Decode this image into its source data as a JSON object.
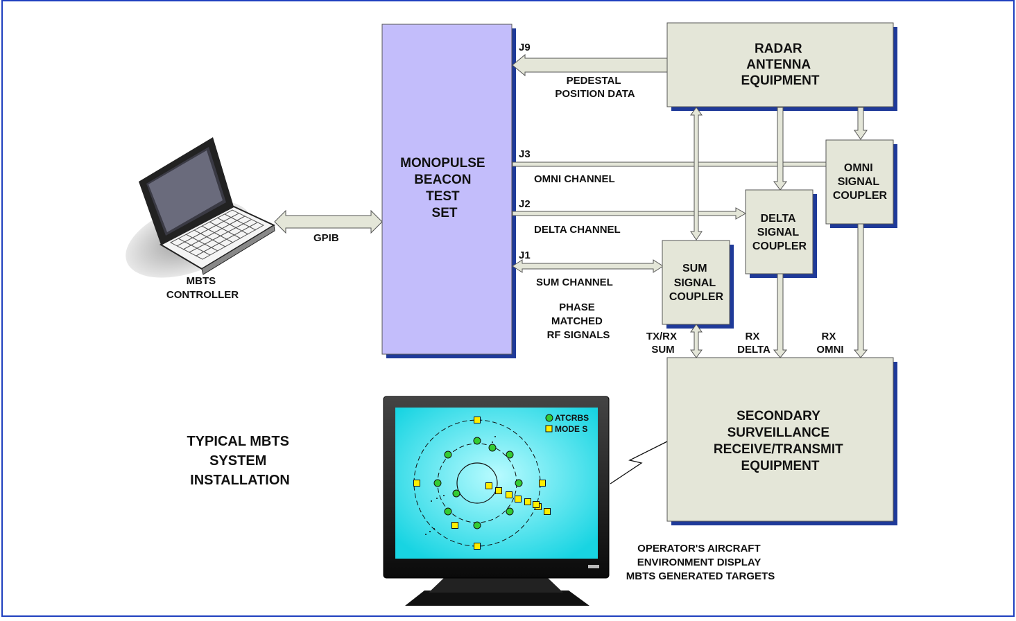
{
  "colors": {
    "frame": "#1f3fbf",
    "box_fill": "#e4e6d8",
    "box_shadow": "#1f3a99",
    "mbts_fill": "#c3bdfb",
    "arrow_fill": "#e4e6d8",
    "screen": "#20dce6",
    "atcrbs": "#33cc33",
    "mode_s": "#ffee00"
  },
  "blocks": {
    "mbts": [
      "MONOPULSE",
      "BEACON",
      "TEST",
      "SET"
    ],
    "radar": [
      "RADAR",
      "ANTENNA",
      "EQUIPMENT"
    ],
    "omni_coupler": [
      "OMNI",
      "SIGNAL",
      "COUPLER"
    ],
    "delta_coupler": [
      "DELTA",
      "SIGNAL",
      "COUPLER"
    ],
    "sum_coupler": [
      "SUM",
      "SIGNAL",
      "COUPLER"
    ],
    "ssr": [
      "SECONDARY",
      "SURVEILLANCE",
      "RECEIVE/TRANSMIT",
      "EQUIPMENT"
    ]
  },
  "labels": {
    "j9": "J9",
    "j3": "J3",
    "j2": "J2",
    "j1": "J1",
    "pedestal": [
      "PEDESTAL",
      "POSITION DATA"
    ],
    "omni_channel": "OMNI CHANNEL",
    "delta_channel": "DELTA CHANNEL",
    "sum_channel": "SUM CHANNEL",
    "phase": [
      "PHASE",
      "MATCHED",
      "RF SIGNALS"
    ],
    "gpib": "GPIB",
    "controller": [
      "MBTS",
      "CONTROLLER"
    ],
    "txrx_sum": [
      "TX/RX",
      "SUM"
    ],
    "rx_delta": [
      "RX",
      "DELTA"
    ],
    "rx_omni": [
      "RX",
      "OMNI"
    ],
    "title": [
      "TYPICAL MBTS",
      "SYSTEM",
      "INSTALLATION"
    ],
    "display_caption": [
      "OPERATOR'S AIRCRAFT",
      "ENVIRONMENT DISPLAY",
      "MBTS GENERATED TARGETS"
    ]
  },
  "legend": {
    "atcrbs": "ATCRBS",
    "mode_s": "MODE S"
  }
}
